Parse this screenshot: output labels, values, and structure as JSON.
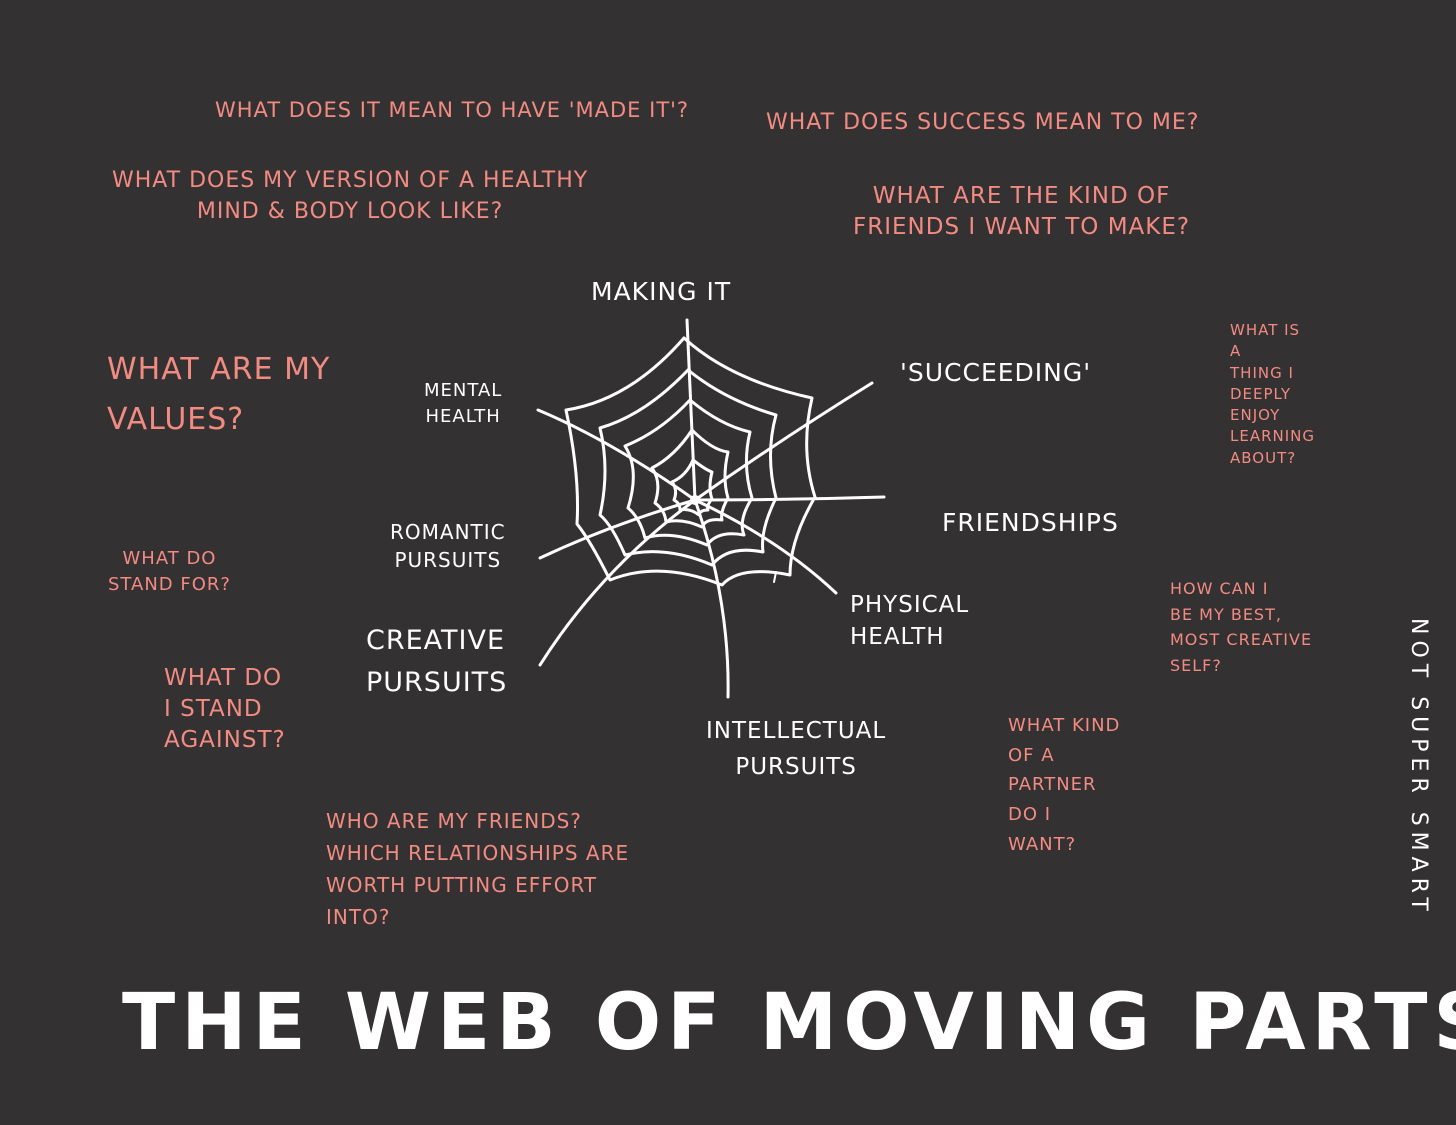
{
  "title": "THE WEB OF MOVING PARTS",
  "side_note": "NOT SUPER SMART",
  "colors": {
    "background": "#333132",
    "question": "#f28b82",
    "label": "#ffffff"
  },
  "web_labels": {
    "making_it": "MAKING IT",
    "succeeding": "'SUCCEEDING'",
    "mental_health": "MENTAL\nHEALTH",
    "friendships": "FRIENDSHIPS",
    "romantic_pursuits": "ROMANTIC\nPURSUITS",
    "physical_health": "PHYSICAL\nHEALTH",
    "creative_pursuits": "CREATIVE\nPURSUITS",
    "intellectual_pursuits": "INTELLECTUAL\nPURSUITS"
  },
  "questions": {
    "made_it": "WHAT DOES IT MEAN TO HAVE 'MADE IT'?",
    "success": "WHAT DOES SUCCESS MEAN TO ME?",
    "healthy": "WHAT DOES MY VERSION OF A HEALTHY\nMIND & BODY LOOK LIKE?",
    "friends_kind": "WHAT ARE THE KIND OF\nFRIENDS I WANT TO MAKE?",
    "values": "WHAT ARE MY\nVALUES?",
    "learning": "WHAT IS\nA\nTHING I\nDEEPLY\nENJOY\nLEARNING\nABOUT?",
    "stand_for": "WHAT DO\nSTAND FOR?",
    "creative_self": "HOW CAN I\nBE MY BEST,\nMOST CREATIVE\nSELF?",
    "stand_against": "WHAT DO\nI STAND\nAGAINST?",
    "partner": "WHAT KIND\nOF A\nPARTNER\nDO I\nWANT?",
    "friends_who": "WHO ARE MY FRIENDS?\nWHICH RELATIONSHIPS ARE\nWORTH PUTTING EFFORT\nINTO?"
  }
}
